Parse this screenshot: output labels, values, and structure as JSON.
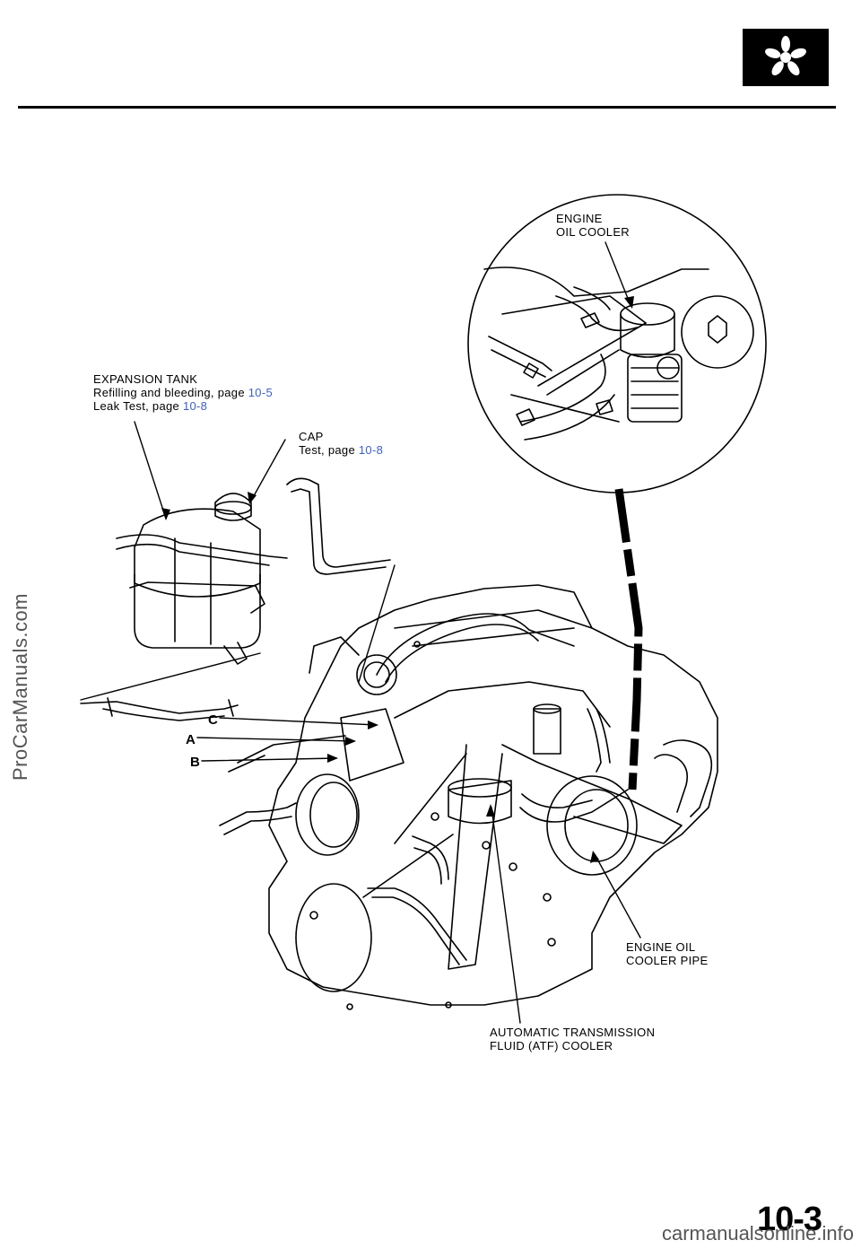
{
  "header": {
    "badge_icon": "asterisk-icon"
  },
  "labels": {
    "engine_oil_cooler": [
      "ENGINE",
      "OIL  COOLER"
    ],
    "expansion_tank": {
      "title": "EXPANSION  TANK",
      "refill_text": "Refilling  and  bleeding,  page ",
      "refill_page": "10-5",
      "leak_text": "Leak  Test,  page ",
      "leak_page": "10-8"
    },
    "cap": {
      "title": "CAP",
      "test_text": "Test, page ",
      "test_page": "10-8"
    },
    "letters": {
      "c": "C",
      "a": "A",
      "b": "B"
    },
    "engine_oil_cooler_pipe": [
      "ENGINE OIL",
      "COOLER  PIPE"
    ],
    "atf_cooler": [
      "AUTOMATIC   TRANSMISSION",
      "FLUID  (ATF)  COOLER"
    ]
  },
  "page_number": "10-3",
  "watermarks": {
    "side": "ProCarManuals.com",
    "bottom": "carmanualsonline.info"
  },
  "colors": {
    "link": "#3a5fd0",
    "ink": "#000000"
  }
}
